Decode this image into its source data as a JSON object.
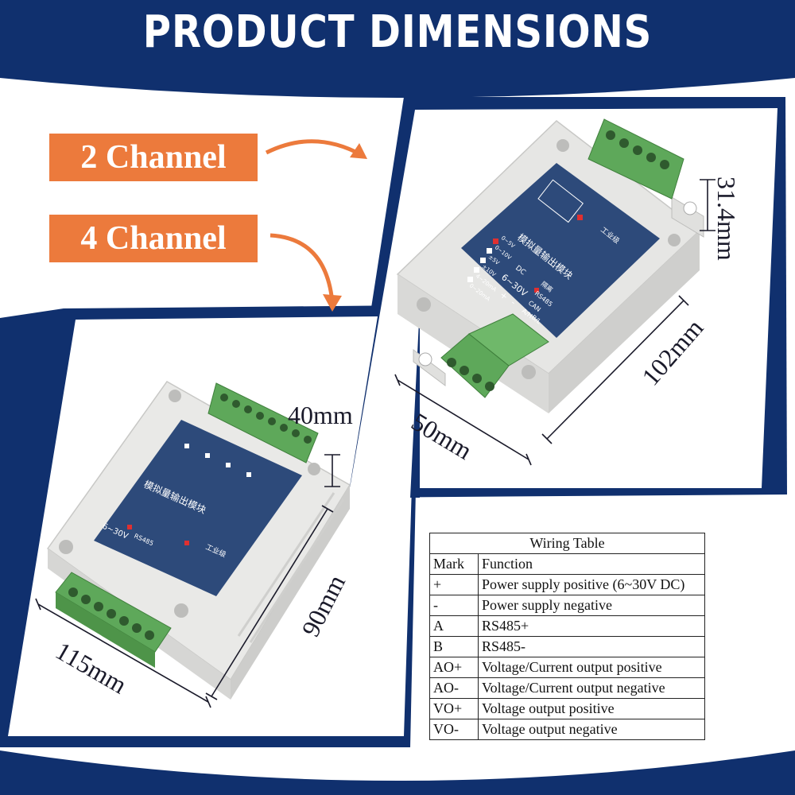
{
  "title": "PRODUCT DIMENSIONS",
  "labels": {
    "two_channel": "2 Channel",
    "four_channel": "4 Channel"
  },
  "dimensions": {
    "two_channel": {
      "height": "31.4mm",
      "length": "102mm",
      "width": "50mm"
    },
    "four_channel": {
      "height": "40mm",
      "length": "90mm",
      "width": "115mm"
    }
  },
  "module_text": {
    "title_cn": "模拟量输出模块",
    "grade_cn": "工业级",
    "power": "6~30V",
    "dc": "DC",
    "isolation_cn": "隔离",
    "rs485": "RS485",
    "can": "CAN",
    "ranges": [
      "0~5V",
      "0~10V",
      "±5V",
      "±10V",
      "4~20mA",
      "0~20mA"
    ],
    "pins_2ch": [
      "+",
      "-",
      "A/H",
      "B/L"
    ]
  },
  "wiring_table": {
    "caption": "Wiring Table",
    "headers": [
      "Mark",
      "Function"
    ],
    "rows": [
      [
        "+",
        "Power supply positive (6~30V DC)"
      ],
      [
        "-",
        "Power supply negative"
      ],
      [
        "A",
        "RS485+"
      ],
      [
        "B",
        "RS485-"
      ],
      [
        "AO+",
        "Voltage/Current output positive"
      ],
      [
        "AO-",
        "Voltage/Current output negative"
      ],
      [
        "VO+",
        "Voltage output positive"
      ],
      [
        "VO-",
        "Voltage output negative"
      ]
    ]
  },
  "colors": {
    "navy": "#10306e",
    "orange": "#ec7a3c",
    "module_blue": "#2d4a7a",
    "terminal_green": "#5ea85a",
    "housing": "#ebebe9"
  },
  "icons": [
    "arrow-right-icon",
    "arrow-down-icon"
  ]
}
